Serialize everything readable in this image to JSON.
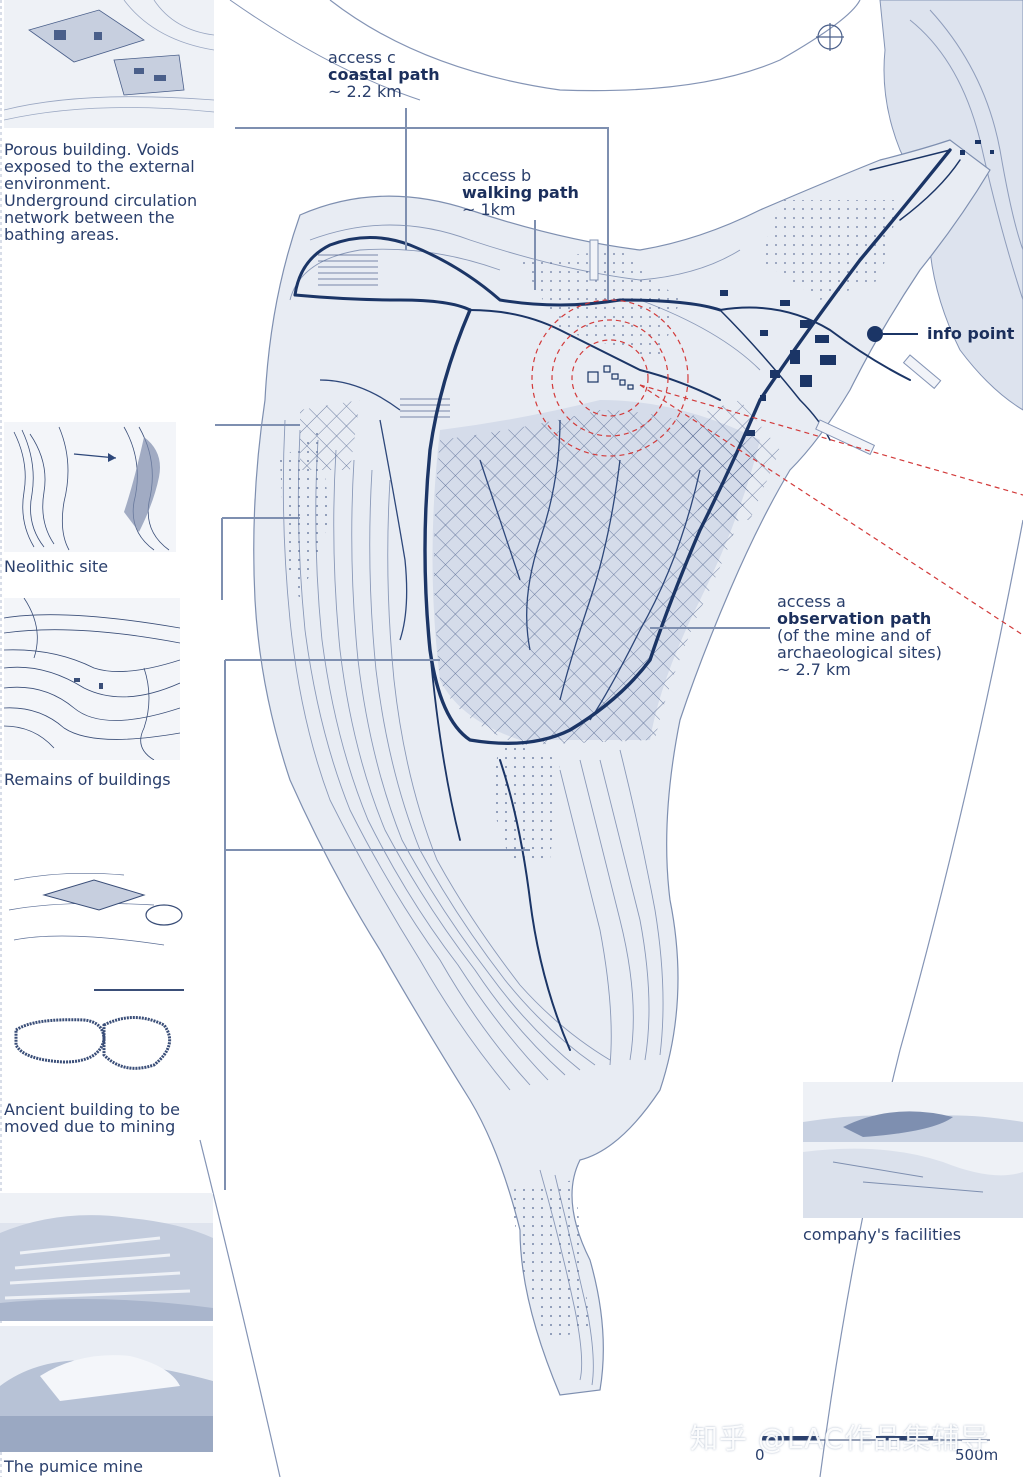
{
  "thumbnails": {
    "porous_building": "Porous building. Voids exposed to the external environment. Underground circulation network between the bathing areas.",
    "neolithic": "Neolithic site",
    "remains": "Remains of buildings",
    "ancient": "Ancient building to be moved due to mining",
    "pumice_mine": "The pumice mine",
    "company": "company's facilities"
  },
  "access": {
    "c": {
      "label": "access c",
      "name": "coastal path",
      "length": "~ 2.2 km"
    },
    "b": {
      "label": "access b",
      "name": "walking path",
      "length": "~ 1km"
    },
    "a": {
      "label": "access a",
      "name": "observation path",
      "detail": "(of the mine and of archaeological sites)",
      "length": "~ 2.7 km"
    }
  },
  "info_point": "info point",
  "scale": {
    "start": "0",
    "end": "500m"
  },
  "watermark": "知乎 @LAC作品集辅导",
  "colors": {
    "path": "#1b3566",
    "land": "#e8ecf3",
    "contour": "#7e8fb0",
    "red_circle": "#d23a3a"
  },
  "icons": {
    "north": "north-arrow-icon",
    "info": "info-point-icon"
  }
}
